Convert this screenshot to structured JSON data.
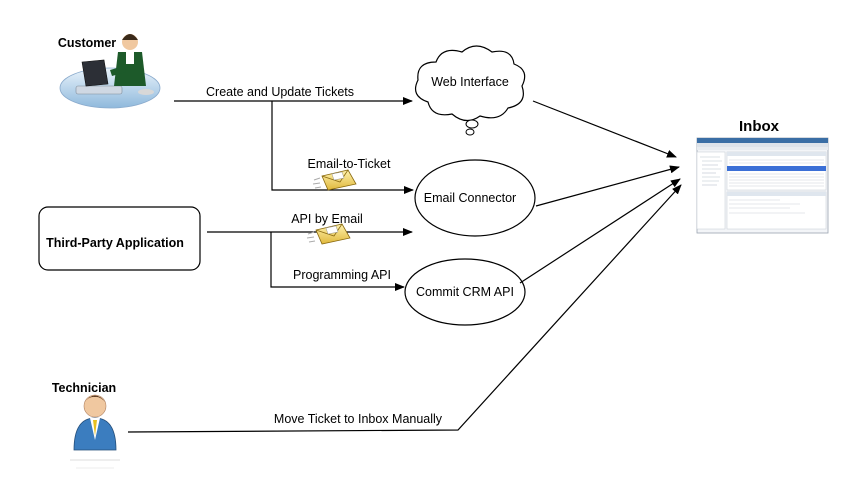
{
  "actors": {
    "customer": "Customer",
    "third_party": "Third-Party Application",
    "technician": "Technician"
  },
  "channels": {
    "web": "Web Interface",
    "email_connector": "Email Connector",
    "commit_api": "Commit CRM API",
    "inbox": "Inbox"
  },
  "edges": {
    "create_update": "Create and Update Tickets",
    "email_to_ticket": "Email-to-Ticket",
    "api_by_email": "API by Email",
    "programming_api": "Programming API",
    "move_manual": "Move Ticket to Inbox Manually"
  },
  "icons": [
    "computer-user-icon",
    "cloud-icon",
    "envelope-icon",
    "person-icon",
    "inbox-screenshot-icon"
  ]
}
